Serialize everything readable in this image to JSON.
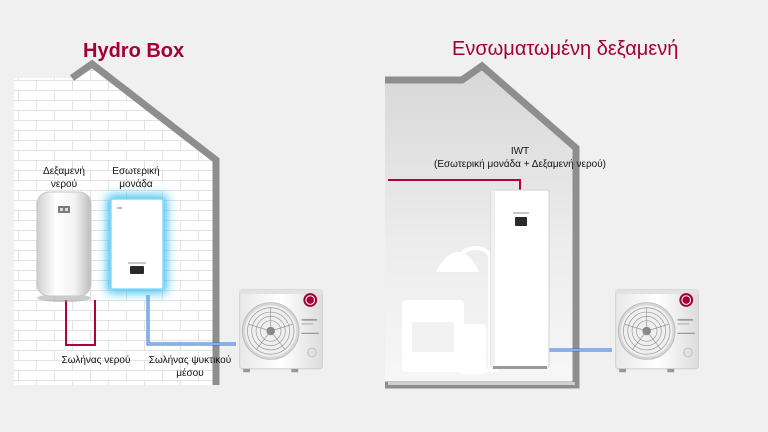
{
  "left": {
    "title": "Hydro Box",
    "labels": {
      "water_tank": "Δεξαμενή\nνερού",
      "indoor_unit": "Εσωτερική\nμονάδα",
      "water_pipe": "Σωλήνας νερού",
      "refrigerant_pipe": "Σωλήνας ψυκτικού\nμέσου"
    }
  },
  "right": {
    "title": "Ενσωματωμένη δεξαμενή",
    "labels": {
      "iwt": "IWT\n(Εσωτερική μονάδα + Δεξαμενή νερού)"
    }
  },
  "outdoor_unit": {
    "brand": "LG"
  },
  "colors": {
    "brand": "#a50034",
    "water_pipe": "#b3003a",
    "refrigerant_pipe": "#2b6fd6",
    "glow": "#33bff2",
    "background": "#f0f0f0"
  }
}
